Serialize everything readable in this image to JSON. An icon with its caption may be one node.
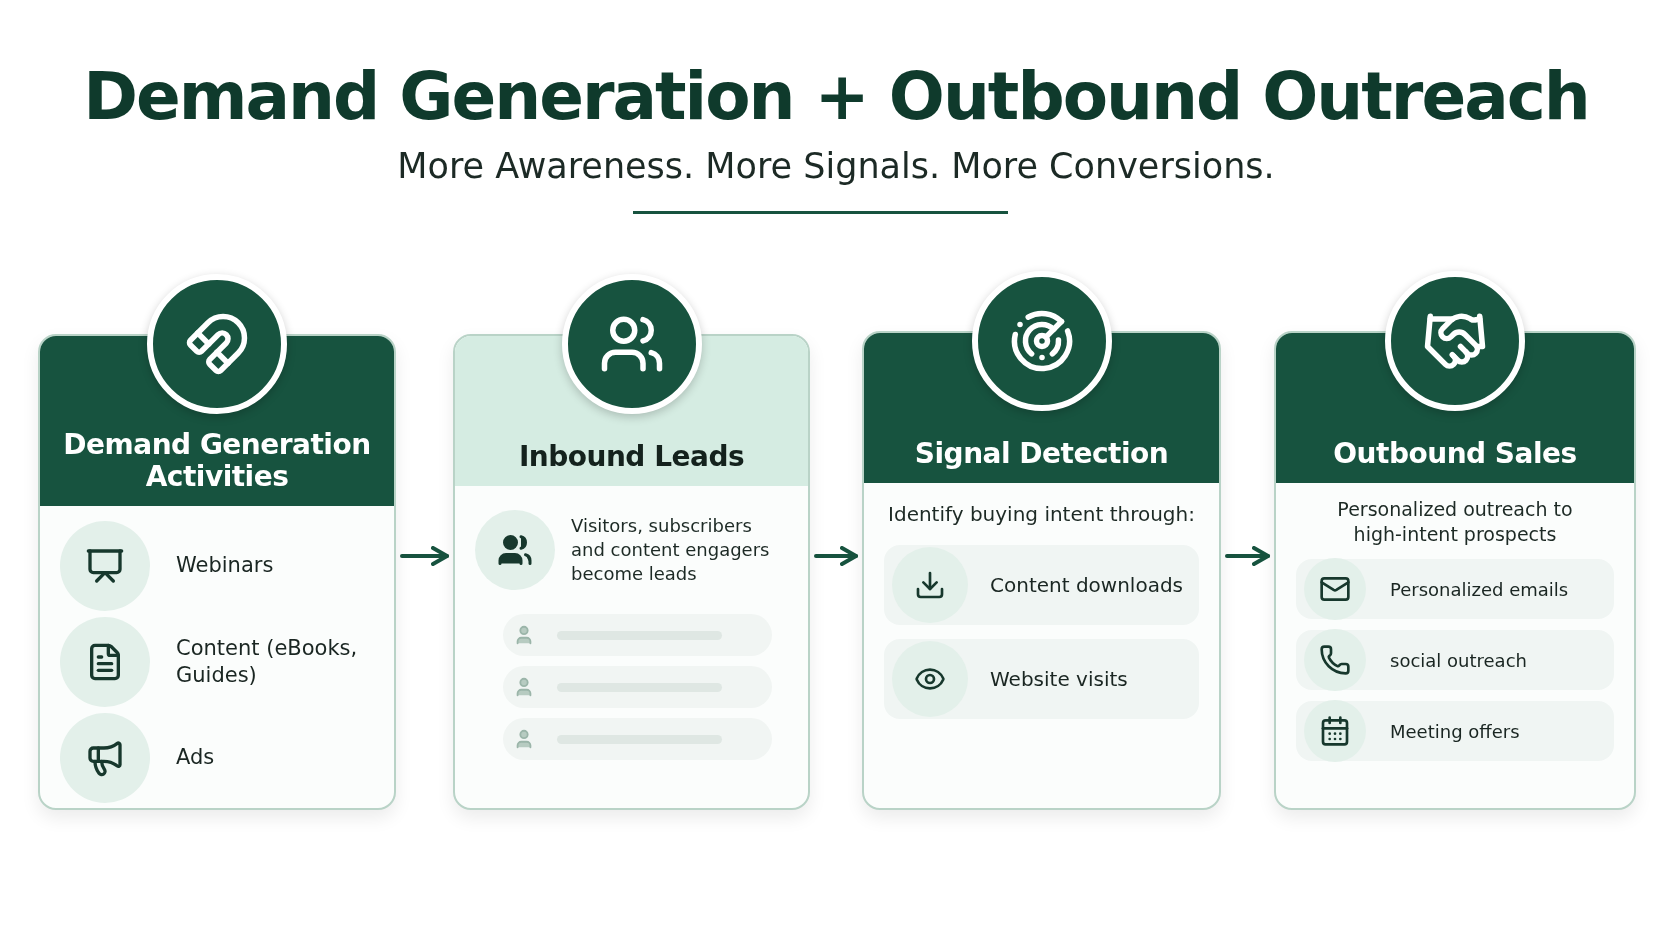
{
  "diagram": {
    "title": "Demand Generation + Outbound Outreach",
    "nodes": [
      {
        "text": [
          "Demand Generation Activities"
        ]
      },
      {
        "text": [
          "Webinars"
        ],
        "in": 0
      },
      {
        "text": [
          "Content (eBooks, Guides)"
        ],
        "in": 0
      },
      {
        "text": [
          "Ads"
        ],
        "in": 0
      },
      {
        "text": [
          "Inbound Leads",
          "Visitors, subscribers and content engagers become leads"
        ]
      },
      {
        "text": [],
        "shape": "bar",
        "in": 4
      },
      {
        "text": [],
        "shape": "bar",
        "in": 4
      },
      {
        "text": [],
        "shape": "bar",
        "in": 4
      },
      {
        "text": [
          "Signal Detection",
          "Identify buying intent through:"
        ]
      },
      {
        "text": [
          "Content downloads"
        ],
        "in": 8
      },
      {
        "text": [
          "Website visits"
        ],
        "in": 8
      },
      {
        "text": [
          "Outbound Sales",
          "Personalized outreach to high-intent prospects"
        ]
      },
      {
        "text": [
          "Personalized emails"
        ],
        "in": 11
      },
      {
        "text": [
          "social outreach"
        ],
        "in": 11
      },
      {
        "text": [
          "Meeting offers"
        ],
        "in": 11
      }
    ],
    "edges": [
      {
        "from": 0,
        "to": 4,
        "arrow": "to"
      },
      {
        "from": 4,
        "to": 8,
        "arrow": "to"
      },
      {
        "from": 8,
        "to": 11,
        "arrow": "to"
      }
    ],
    "labels": [
      "More Awareness. More Signals. More Conversions."
    ]
  }
}
